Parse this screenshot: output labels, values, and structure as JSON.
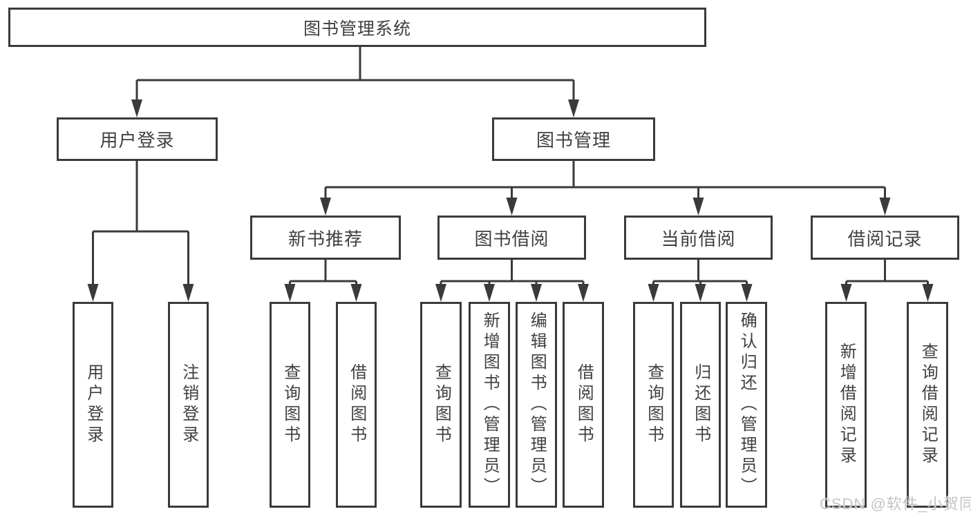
{
  "colors": {
    "line": "#3a3a3a",
    "box_border": "#3a3a3a",
    "box_fill": "#ffffff",
    "text": "#404040",
    "background": "#ffffff",
    "watermark_text": "#c4c4c4"
  },
  "tree": {
    "root": {
      "label": "图书管理系统",
      "children": [
        {
          "label": "用户登录",
          "children": [
            {
              "label": "用户登录"
            },
            {
              "label": "注销登录"
            }
          ]
        },
        {
          "label": "图书管理",
          "children": [
            {
              "label": "新书推荐",
              "children": [
                {
                  "label": "查询图书"
                },
                {
                  "label": "借阅图书"
                }
              ]
            },
            {
              "label": "图书借阅",
              "children": [
                {
                  "label": "查询图书"
                },
                {
                  "label": "新增图书（管理员）"
                },
                {
                  "label": "编辑图书（管理员）"
                },
                {
                  "label": "借阅图书"
                }
              ]
            },
            {
              "label": "当前借阅",
              "children": [
                {
                  "label": "查询图书"
                },
                {
                  "label": "归还图书"
                },
                {
                  "label": "确认归还（管理员）"
                }
              ]
            },
            {
              "label": "借阅记录",
              "children": [
                {
                  "label": "新增借阅记录"
                },
                {
                  "label": "查询借阅记录"
                }
              ]
            }
          ]
        }
      ]
    }
  },
  "watermark": {
    "text": "CSDN @软件_小贺同学"
  }
}
